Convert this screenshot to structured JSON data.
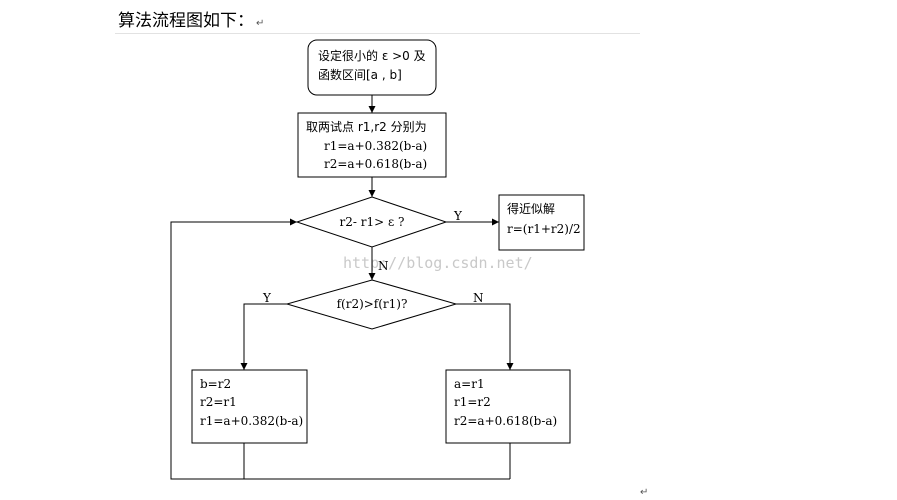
{
  "heading": "算法流程图如下：",
  "heading_mark": "↵",
  "para_mark": "↵",
  "watermark": "http://blog.csdn.net/",
  "nodes": {
    "start": [
      "设定很小的 ε >0 及",
      "函数区间[a , b]"
    ],
    "init": [
      "取两试点 r1,r2 分别为",
      "r1=a+0.382(b-a)",
      "r2=a+0.618(b-a)"
    ],
    "cond1": "r2- r1> ε ?",
    "result": [
      "得近似解",
      "r=(r1+r2)/2"
    ],
    "cond2": "f(r2)>f(r1)?",
    "left": [
      "b=r2",
      "r2=r1",
      "r1=a+0.382(b-a)"
    ],
    "right": [
      "a=r1",
      "r1=r2",
      "r2=a+0.618(b-a)"
    ]
  },
  "edge_labels": {
    "cond1_yes": "Y",
    "cond1_no": "N",
    "cond2_yes": "Y",
    "cond2_no": "N"
  },
  "colors": {
    "line": "#000000",
    "watermark": "#c9c9c9"
  }
}
